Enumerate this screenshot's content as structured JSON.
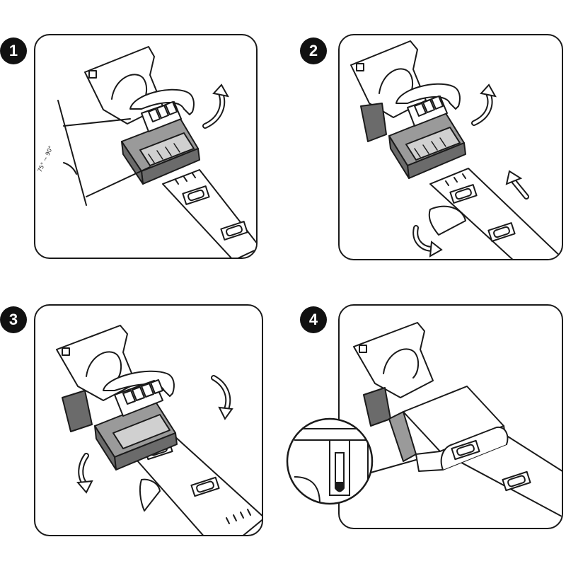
{
  "steps": [
    {
      "number": "1",
      "angle_label": "75° ~ 90°"
    },
    {
      "number": "2"
    },
    {
      "number": "3"
    },
    {
      "number": "4"
    }
  ],
  "colors": {
    "line": "#1a1a1a",
    "housing_dark": "#6b6b6b",
    "housing_mid": "#9a9a9a",
    "contact_gray": "#bdbdbd",
    "background": "#ffffff"
  },
  "icons": [
    "curved-arrow-icon",
    "straight-arrow-icon",
    "led-chip-icon"
  ]
}
